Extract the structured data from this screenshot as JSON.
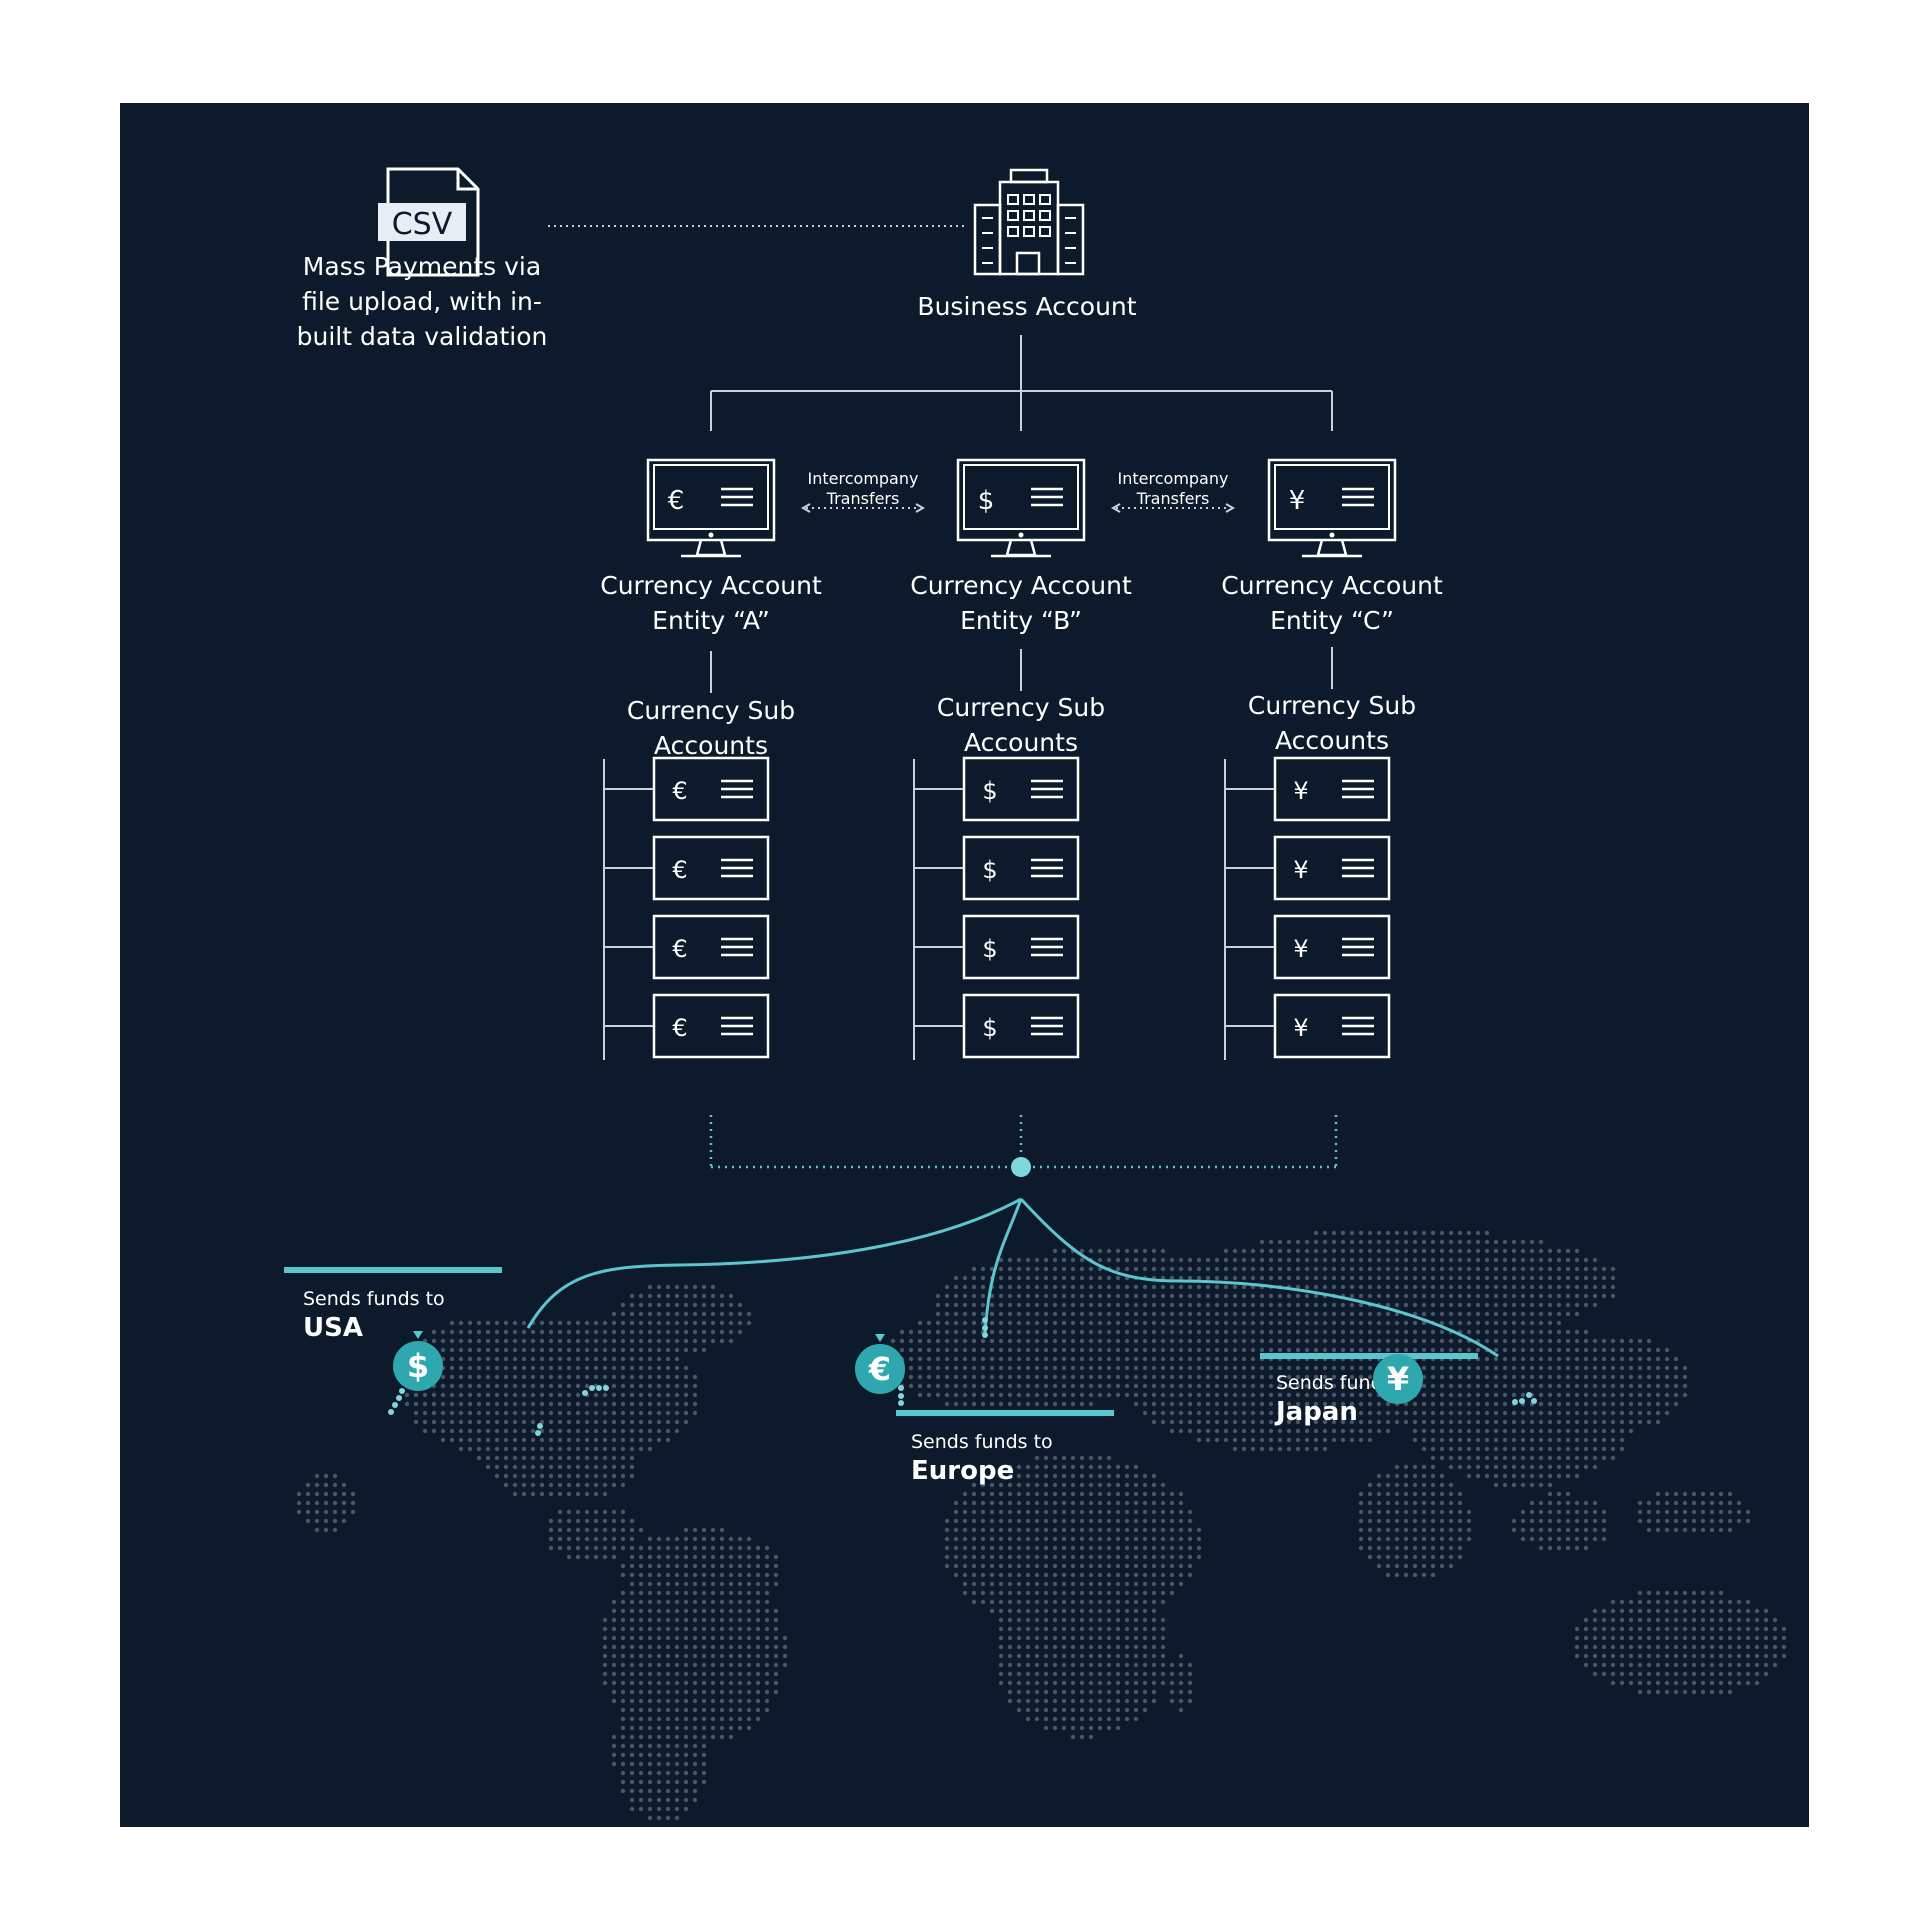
{
  "csv": {
    "icon_text": "CSV",
    "caption_lines": [
      "Mass Payments via",
      "file upload, with in-",
      "built data validation"
    ]
  },
  "business_account": {
    "label": "Business Account"
  },
  "intercompany": {
    "left": [
      "Intercompany",
      "Transfers"
    ],
    "right": [
      "Intercompany",
      "Transfers"
    ]
  },
  "entities": [
    {
      "symbol": "€",
      "lines": [
        "Currency Account",
        "Entity “A”"
      ],
      "sub_label": [
        "Currency Sub",
        "Accounts"
      ],
      "sub_accounts": [
        "€",
        "€",
        "€",
        "€"
      ]
    },
    {
      "symbol": "$",
      "lines": [
        "Currency Account",
        "Entity “B”"
      ],
      "sub_label": [
        "Currency Sub",
        "Accounts"
      ],
      "sub_accounts": [
        "$",
        "$",
        "$",
        "$"
      ]
    },
    {
      "symbol": "¥",
      "lines": [
        "Currency Account",
        "Entity “C”"
      ],
      "sub_label": [
        "Currency Sub",
        "Accounts"
      ],
      "sub_accounts": [
        "¥",
        "¥",
        "¥",
        "¥"
      ]
    }
  ],
  "destinations": {
    "usa": {
      "prefix": "Sends funds to",
      "name": "USA",
      "coin": "$"
    },
    "europe": {
      "prefix": "Sends funds to",
      "name": "Europe",
      "coin": "€"
    },
    "japan": {
      "prefix": "Sends funds",
      "name": "Japan",
      "coin": "¥"
    }
  },
  "colors": {
    "background": "#0c1a2c",
    "line": "#c9d2dc",
    "accent": "#5cc6cf",
    "coin": "#2ea8ae",
    "map_dot": "#4a5566"
  }
}
